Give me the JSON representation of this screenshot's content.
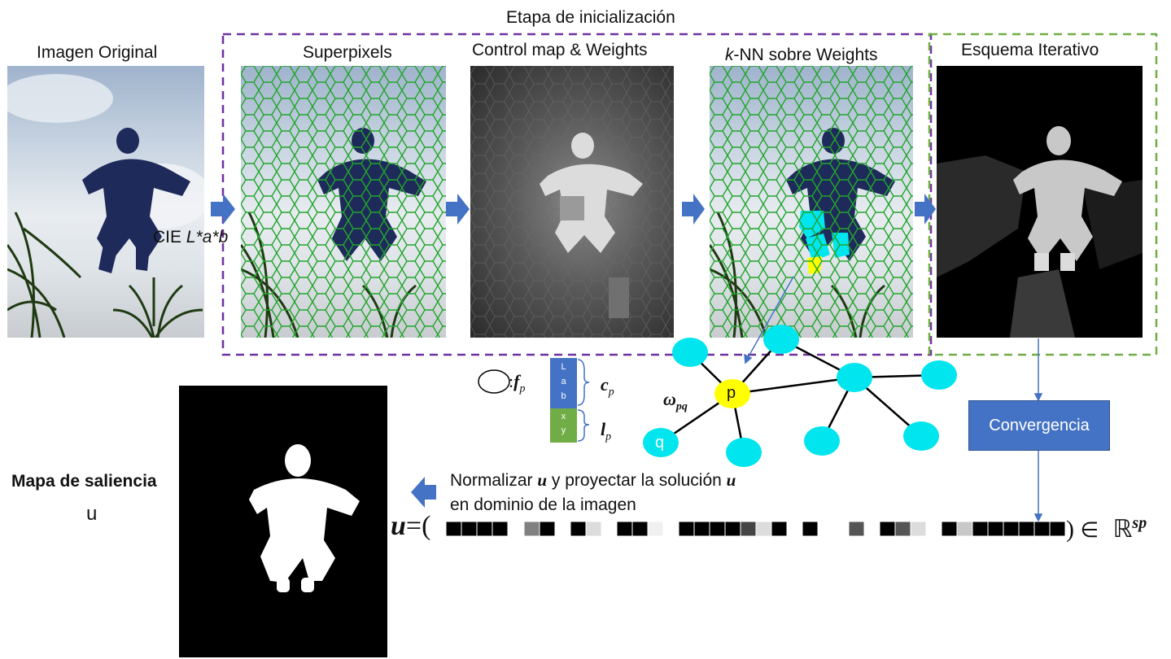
{
  "stage_title": "Etapa de inicialización",
  "panels": {
    "original": "Imagen Original",
    "superpixels": "Superpixels",
    "control_map": "Control map & Weights",
    "knn_prefix": "k",
    "knn_rest": "-NN sobre Weights",
    "iterative": "Esquema Iterativo"
  },
  "cie_label": "CIE",
  "cie_math": "L*a*b",
  "feature_vector": {
    "f_label": "f",
    "f_sub": "p",
    "c_label": "c",
    "c_sub": "p",
    "l_label": "l",
    "l_sub": "p",
    "lab_letters": [
      "L",
      "a",
      "b"
    ],
    "xy_letters": [
      "x",
      "y"
    ]
  },
  "graph": {
    "weight_label": "ω",
    "weight_sub": "pq",
    "node_p": "p",
    "node_q": "q"
  },
  "convergence_label": "Convergencia",
  "normalize_text_1a": "Normalizar",
  "normalize_u1": "u",
  "normalize_text_1b": "y proyectar la solución",
  "normalize_u2": "u",
  "normalize_text_2": "en dominio de la imagen",
  "saliency_title": "Mapa de saliencia",
  "saliency_u": "u",
  "equation": {
    "lhs": "u",
    "eq": "=(",
    "close": ")",
    "elem": "∈",
    "space": "ℝ",
    "exp": "sp"
  },
  "colors": {
    "purple_dash": "#7030a0",
    "green_dash": "#70ad47",
    "arrow_blue": "#4472c4",
    "node_cyan": "#00e5ee",
    "node_yellow": "#ffff00",
    "lab_blue": "#4472c4",
    "xy_green": "#70ad47"
  }
}
